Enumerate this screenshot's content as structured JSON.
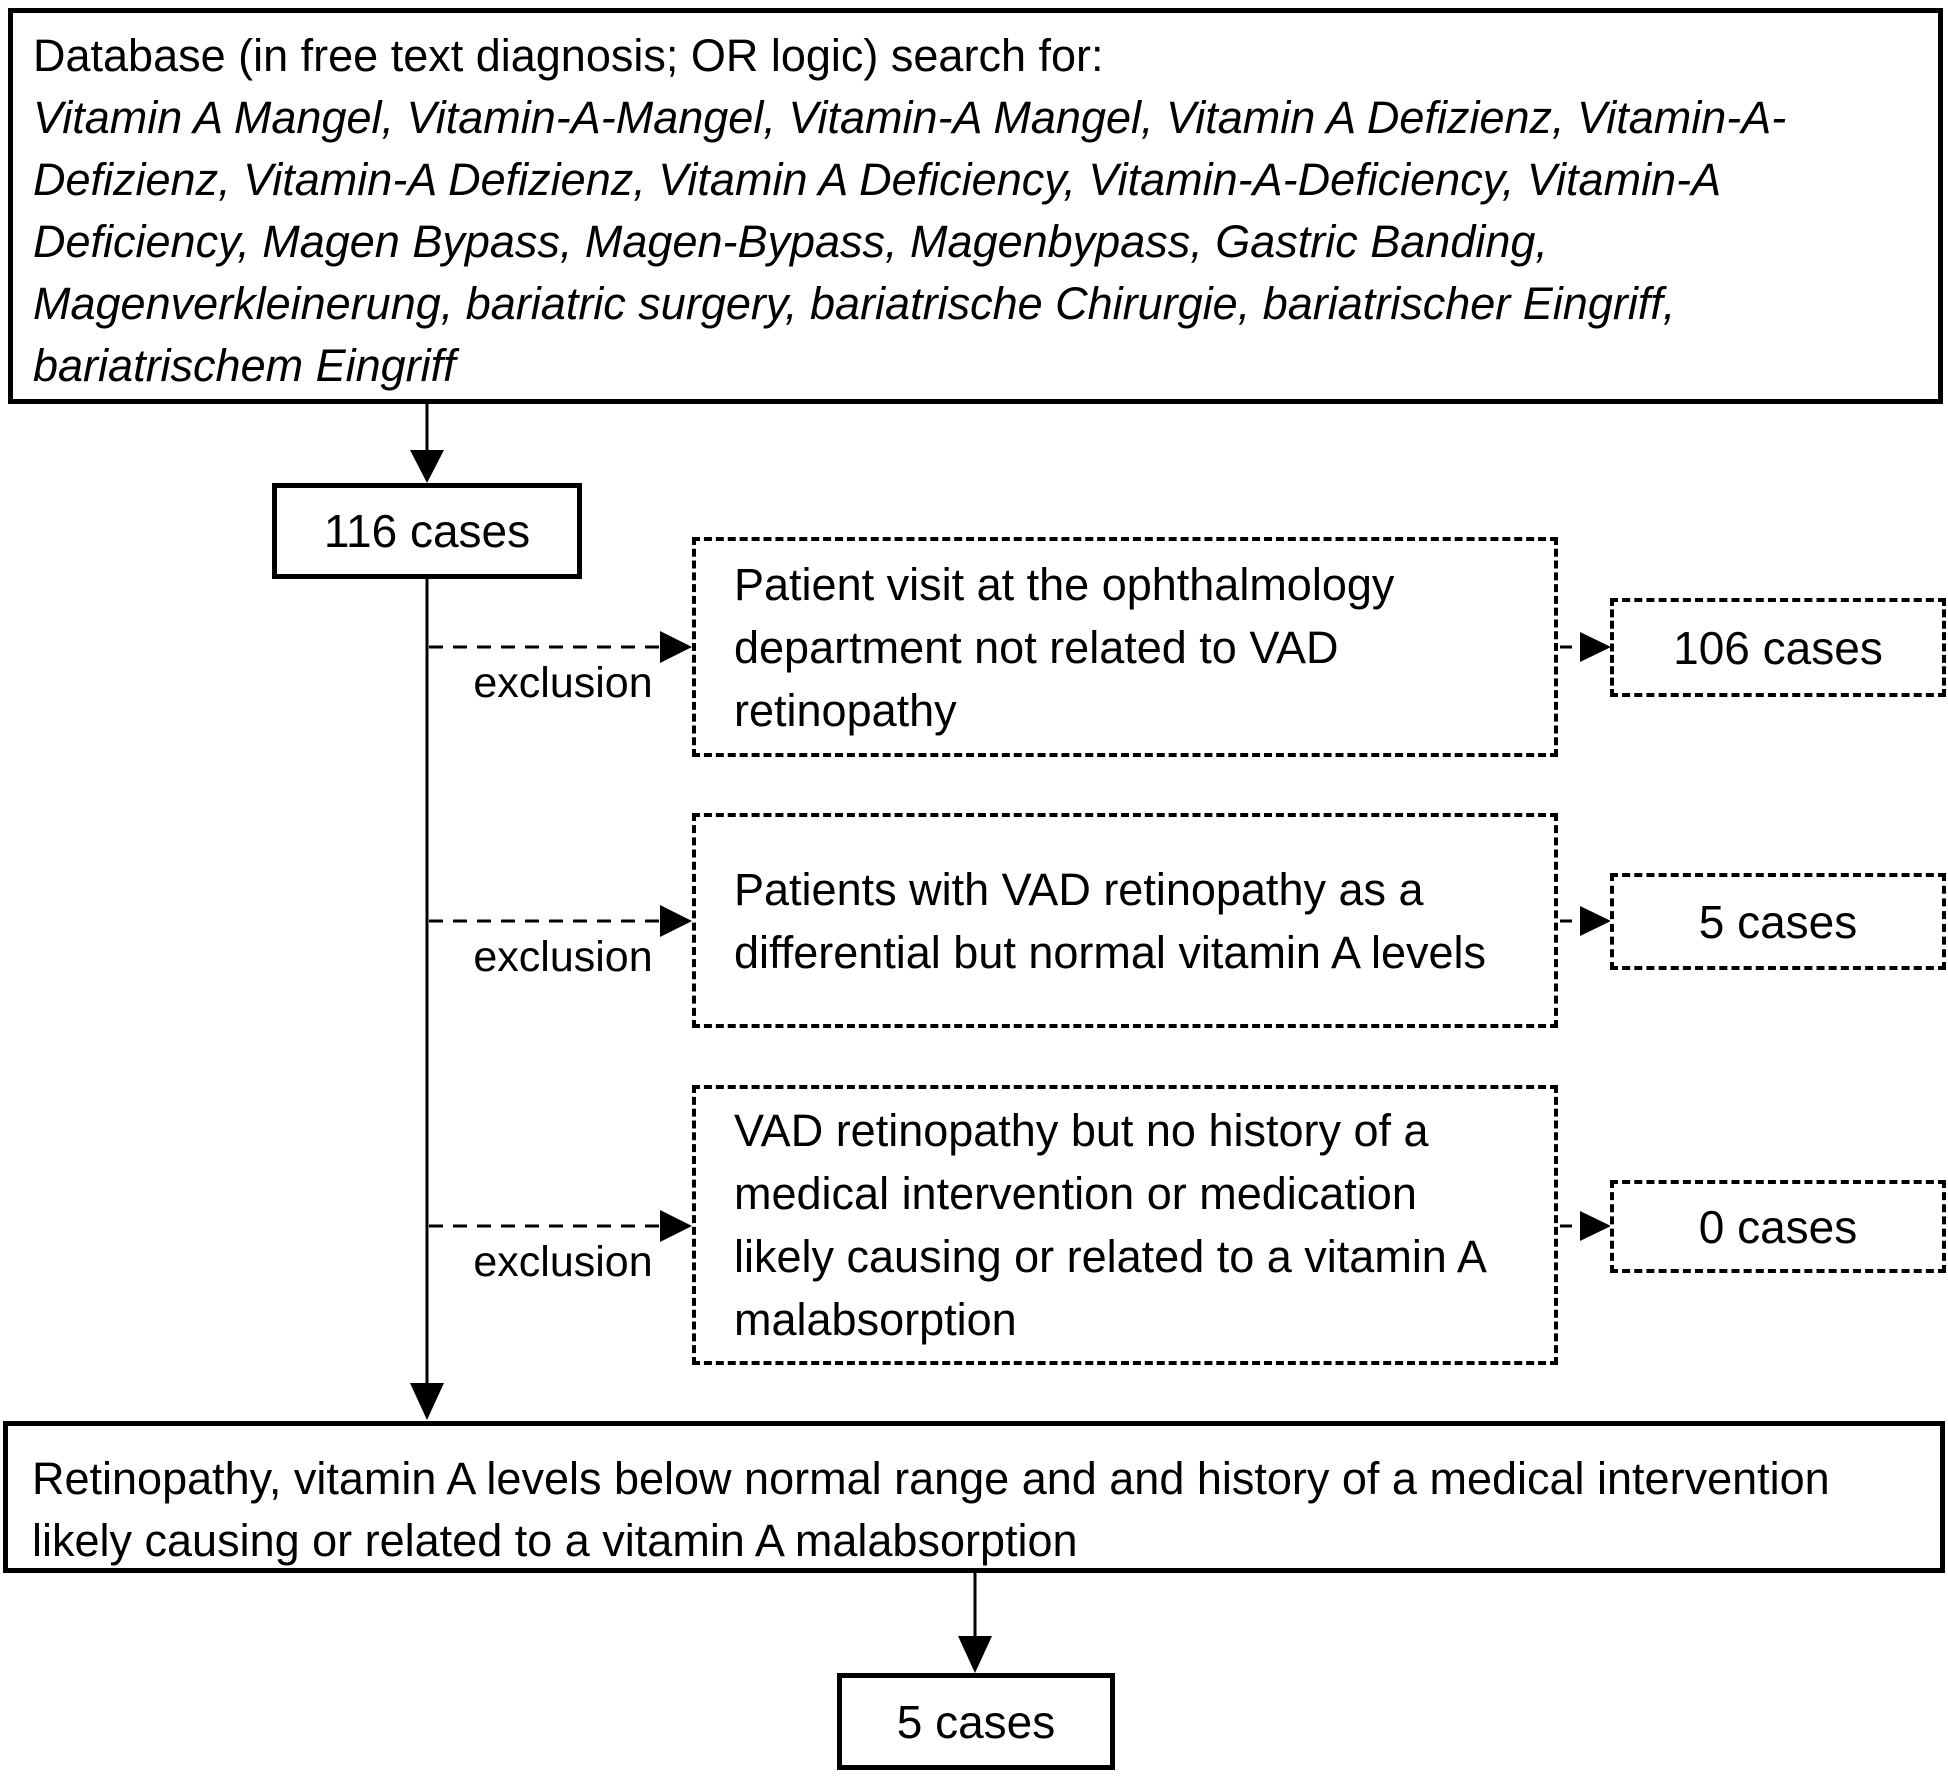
{
  "colors": {
    "ink": "#000000",
    "background": "#ffffff"
  },
  "top_box": {
    "intro": "Database (in free text diagnosis; OR logic) search for:",
    "terms": "Vitamin A Mangel, Vitamin-A-Mangel, Vitamin-A Mangel, Vitamin A Defizienz, Vitamin-A-Defizienz, Vitamin-A Defizienz, Vitamin A Deficiency, Vitamin-A-Deficiency, Vitamin-A Deficiency, Magen Bypass, Magen-Bypass, Magenbypass, Gastric Banding, Magenverkleinerung, bariatric surgery, bariatrische Chirurgie, bariatrischer Eingriff, bariatrischem Eingriff"
  },
  "total_box": {
    "label": "116 cases"
  },
  "exclusions": [
    {
      "label": "exclusion",
      "description": "Patient visit at the ophthalmology department not related to VAD retinopathy",
      "result": "106 cases"
    },
    {
      "label": "exclusion",
      "description": "Patients with VAD retinopathy as a differential but normal vitamin A levels",
      "result": "5 cases"
    },
    {
      "label": "exclusion",
      "description": "VAD retinopathy but no history of a medical intervention or medication likely causing or related to a vitamin A malabsorption",
      "result": "0 cases"
    }
  ],
  "inclusion_box": {
    "text": "Retinopathy, vitamin A levels below normal range and and history of a medical intervention  likely causing or related to a vitamin A malabsorption"
  },
  "final_box": {
    "label": "5 cases"
  }
}
